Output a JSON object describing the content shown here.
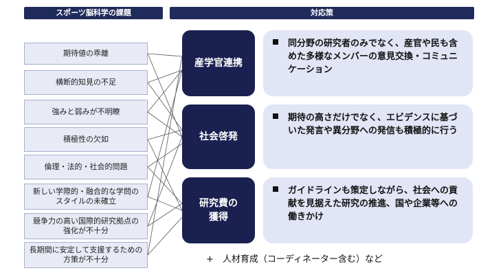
{
  "headers": {
    "left": "スポーツ脳科学の課題",
    "right": "対応策"
  },
  "issues": [
    "期待値の乖離",
    "横断的知見の不足",
    "強みと弱みが不明瞭",
    "積極性の欠如",
    "倫理・法的・社会的問題",
    "新しい学際的・融合的な学問の\nスタイルの未確立",
    "競争力の高い国際的研究拠点の\n強化が不十分",
    "長期間に安定して支援するための\n方策が不十分"
  ],
  "measures": [
    {
      "title": "産学官連携",
      "detail": "同分野の研究者のみでなく、産官や民も含めた多様なメンバーの意見交換・コミュニケーション"
    },
    {
      "title": "社会啓発",
      "detail": "期待の高さだけでなく、エビデンスに基づいた発言や異分野への発信も積極的に行う"
    },
    {
      "title": "研究費の\n獲得",
      "detail": "ガイドラインも策定しながら、社会への貢献を見据えた研究の推進、国や企業等への働きかけ"
    }
  ],
  "footer": "+　人材育成（コーディネーター含む）など",
  "colors": {
    "header_bg": "#1f2b5a",
    "measure_bg": "#1a2050",
    "issue_bg": "#e8ebf5",
    "detail_bg": "#e2e5f5",
    "line": "#555555"
  }
}
